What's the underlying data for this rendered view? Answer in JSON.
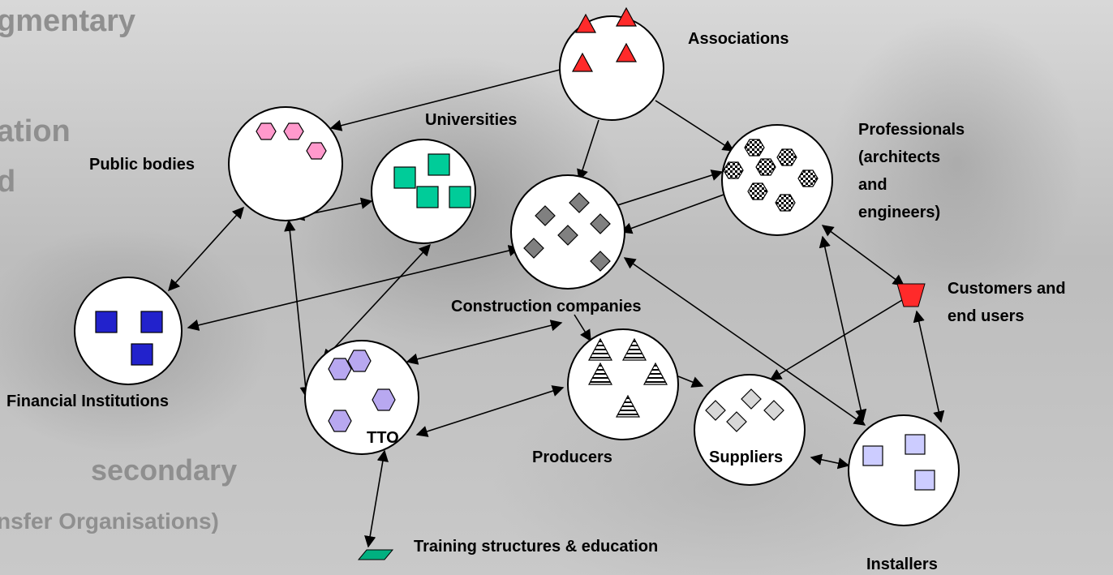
{
  "background_text": {
    "line1": "gmentary",
    "line2": "ation",
    "line3": "d",
    "line4": "secondary",
    "line5": "nsfer Organisations)"
  },
  "nodes": {
    "associations": "Associations",
    "universities": "Universities",
    "public_bodies": "Public bodies",
    "professionals": [
      "Professionals",
      "(architects",
      "and",
      "engineers)"
    ],
    "construction_companies": "Construction companies",
    "customers": [
      "Customers and",
      "end users"
    ],
    "financial_institutions": "Financial Institutions",
    "tto": "TTO",
    "producers": "Producers",
    "suppliers": "Suppliers",
    "installers": "Installers",
    "training": "Training structures & education"
  },
  "colors": {
    "associations": "#ff2a2a",
    "universities": "#00cc99",
    "public_bodies": "#ff99cc",
    "construction": "#808080",
    "financial": "#2222cc",
    "tto": "#b8a8f0",
    "installers": "#ccccff",
    "customers": "#ff2a2a",
    "training": "#00b080"
  }
}
